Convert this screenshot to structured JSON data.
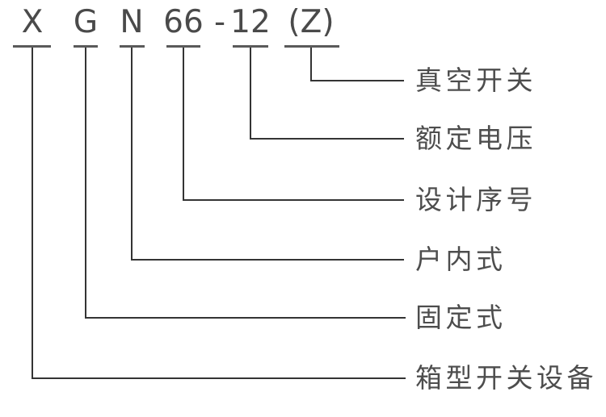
{
  "model_code": {
    "parts": [
      {
        "text": "X"
      },
      {
        "text": "G"
      },
      {
        "text": "N"
      },
      {
        "text": "66"
      },
      {
        "text": "12"
      },
      {
        "text": "(Z)"
      }
    ],
    "separator": "-"
  },
  "callouts": [
    {
      "label": "真空开关"
    },
    {
      "label": "额定电压"
    },
    {
      "label": "设计序号"
    },
    {
      "label": "户内式"
    },
    {
      "label": "固定式"
    },
    {
      "label": "箱型开关设备"
    }
  ],
  "colors": {
    "background": "#ffffff",
    "code_text": "#4a4a4a",
    "label_text": "#4d4d4d",
    "connector_line": "#343434",
    "underline": "#5a5a5a"
  }
}
